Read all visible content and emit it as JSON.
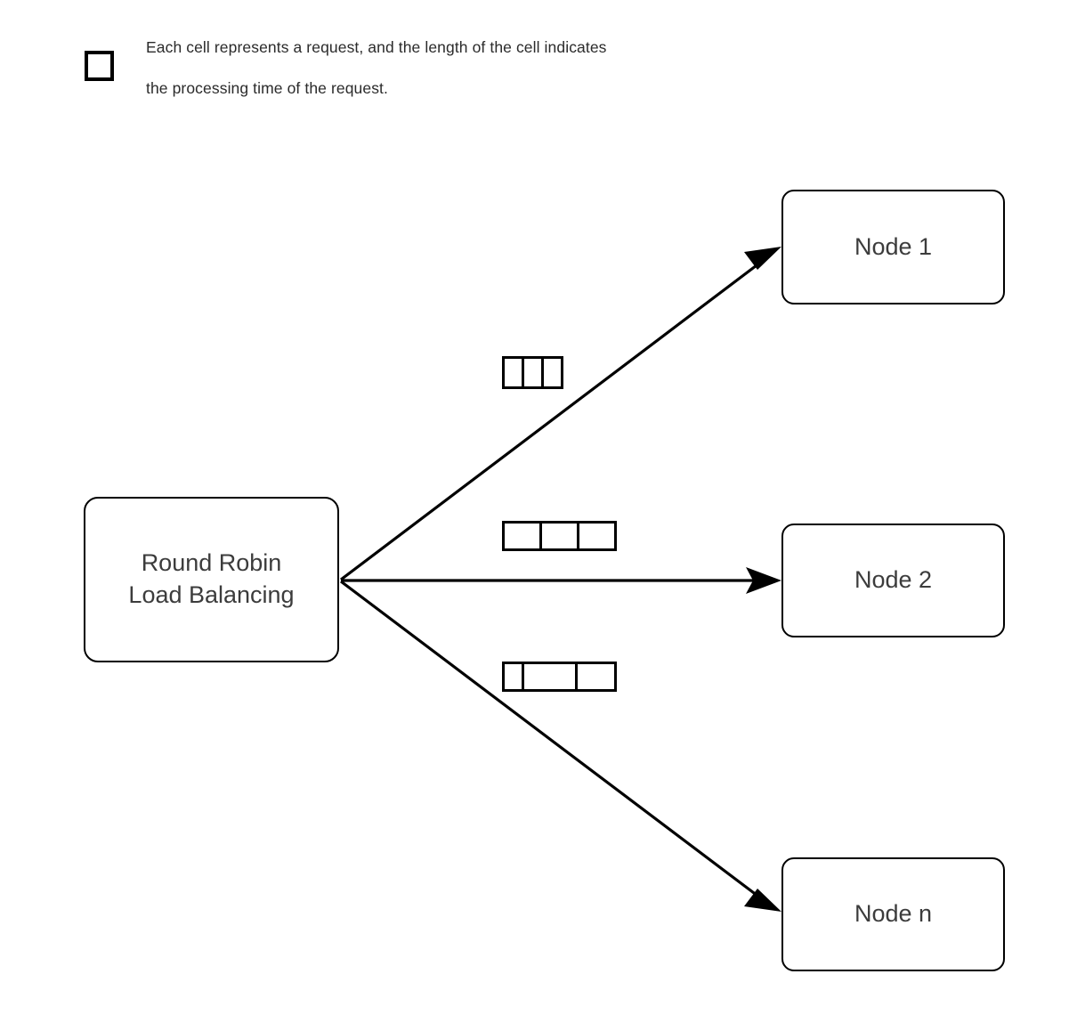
{
  "legend": {
    "swatch_icon": "empty-square-icon",
    "caption": "Each cell represents a request, and the length of the cell indicates\nthe processing time of the request."
  },
  "diagram": {
    "type": "flow-diagram",
    "background_color": "#ffffff",
    "line_color": "#000000",
    "box_text_color": "#3c3c3c",
    "hub": {
      "label": "Round Robin\nLoad Balancing"
    },
    "nodes": [
      {
        "id": "node-1",
        "label": "Node 1"
      },
      {
        "id": "node-2",
        "label": "Node 2"
      },
      {
        "id": "node-n",
        "label": "Node n"
      }
    ],
    "edges": [
      {
        "from": "hub",
        "to": "node-1",
        "direction": "up-right",
        "arrowhead": true
      },
      {
        "from": "hub",
        "to": "node-2",
        "direction": "right",
        "arrowhead": true
      },
      {
        "from": "hub",
        "to": "node-n",
        "direction": "down-right",
        "arrowhead": true
      }
    ],
    "queues": [
      {
        "for": "node-1",
        "cell_count": 3,
        "cell_widths": [
          21,
          21,
          21
        ]
      },
      {
        "for": "node-2",
        "cell_count": 3,
        "cell_widths": [
          41,
          41,
          41
        ]
      },
      {
        "for": "node-n",
        "cell_count": 3,
        "cell_widths": [
          20,
          62,
          44
        ]
      }
    ]
  }
}
